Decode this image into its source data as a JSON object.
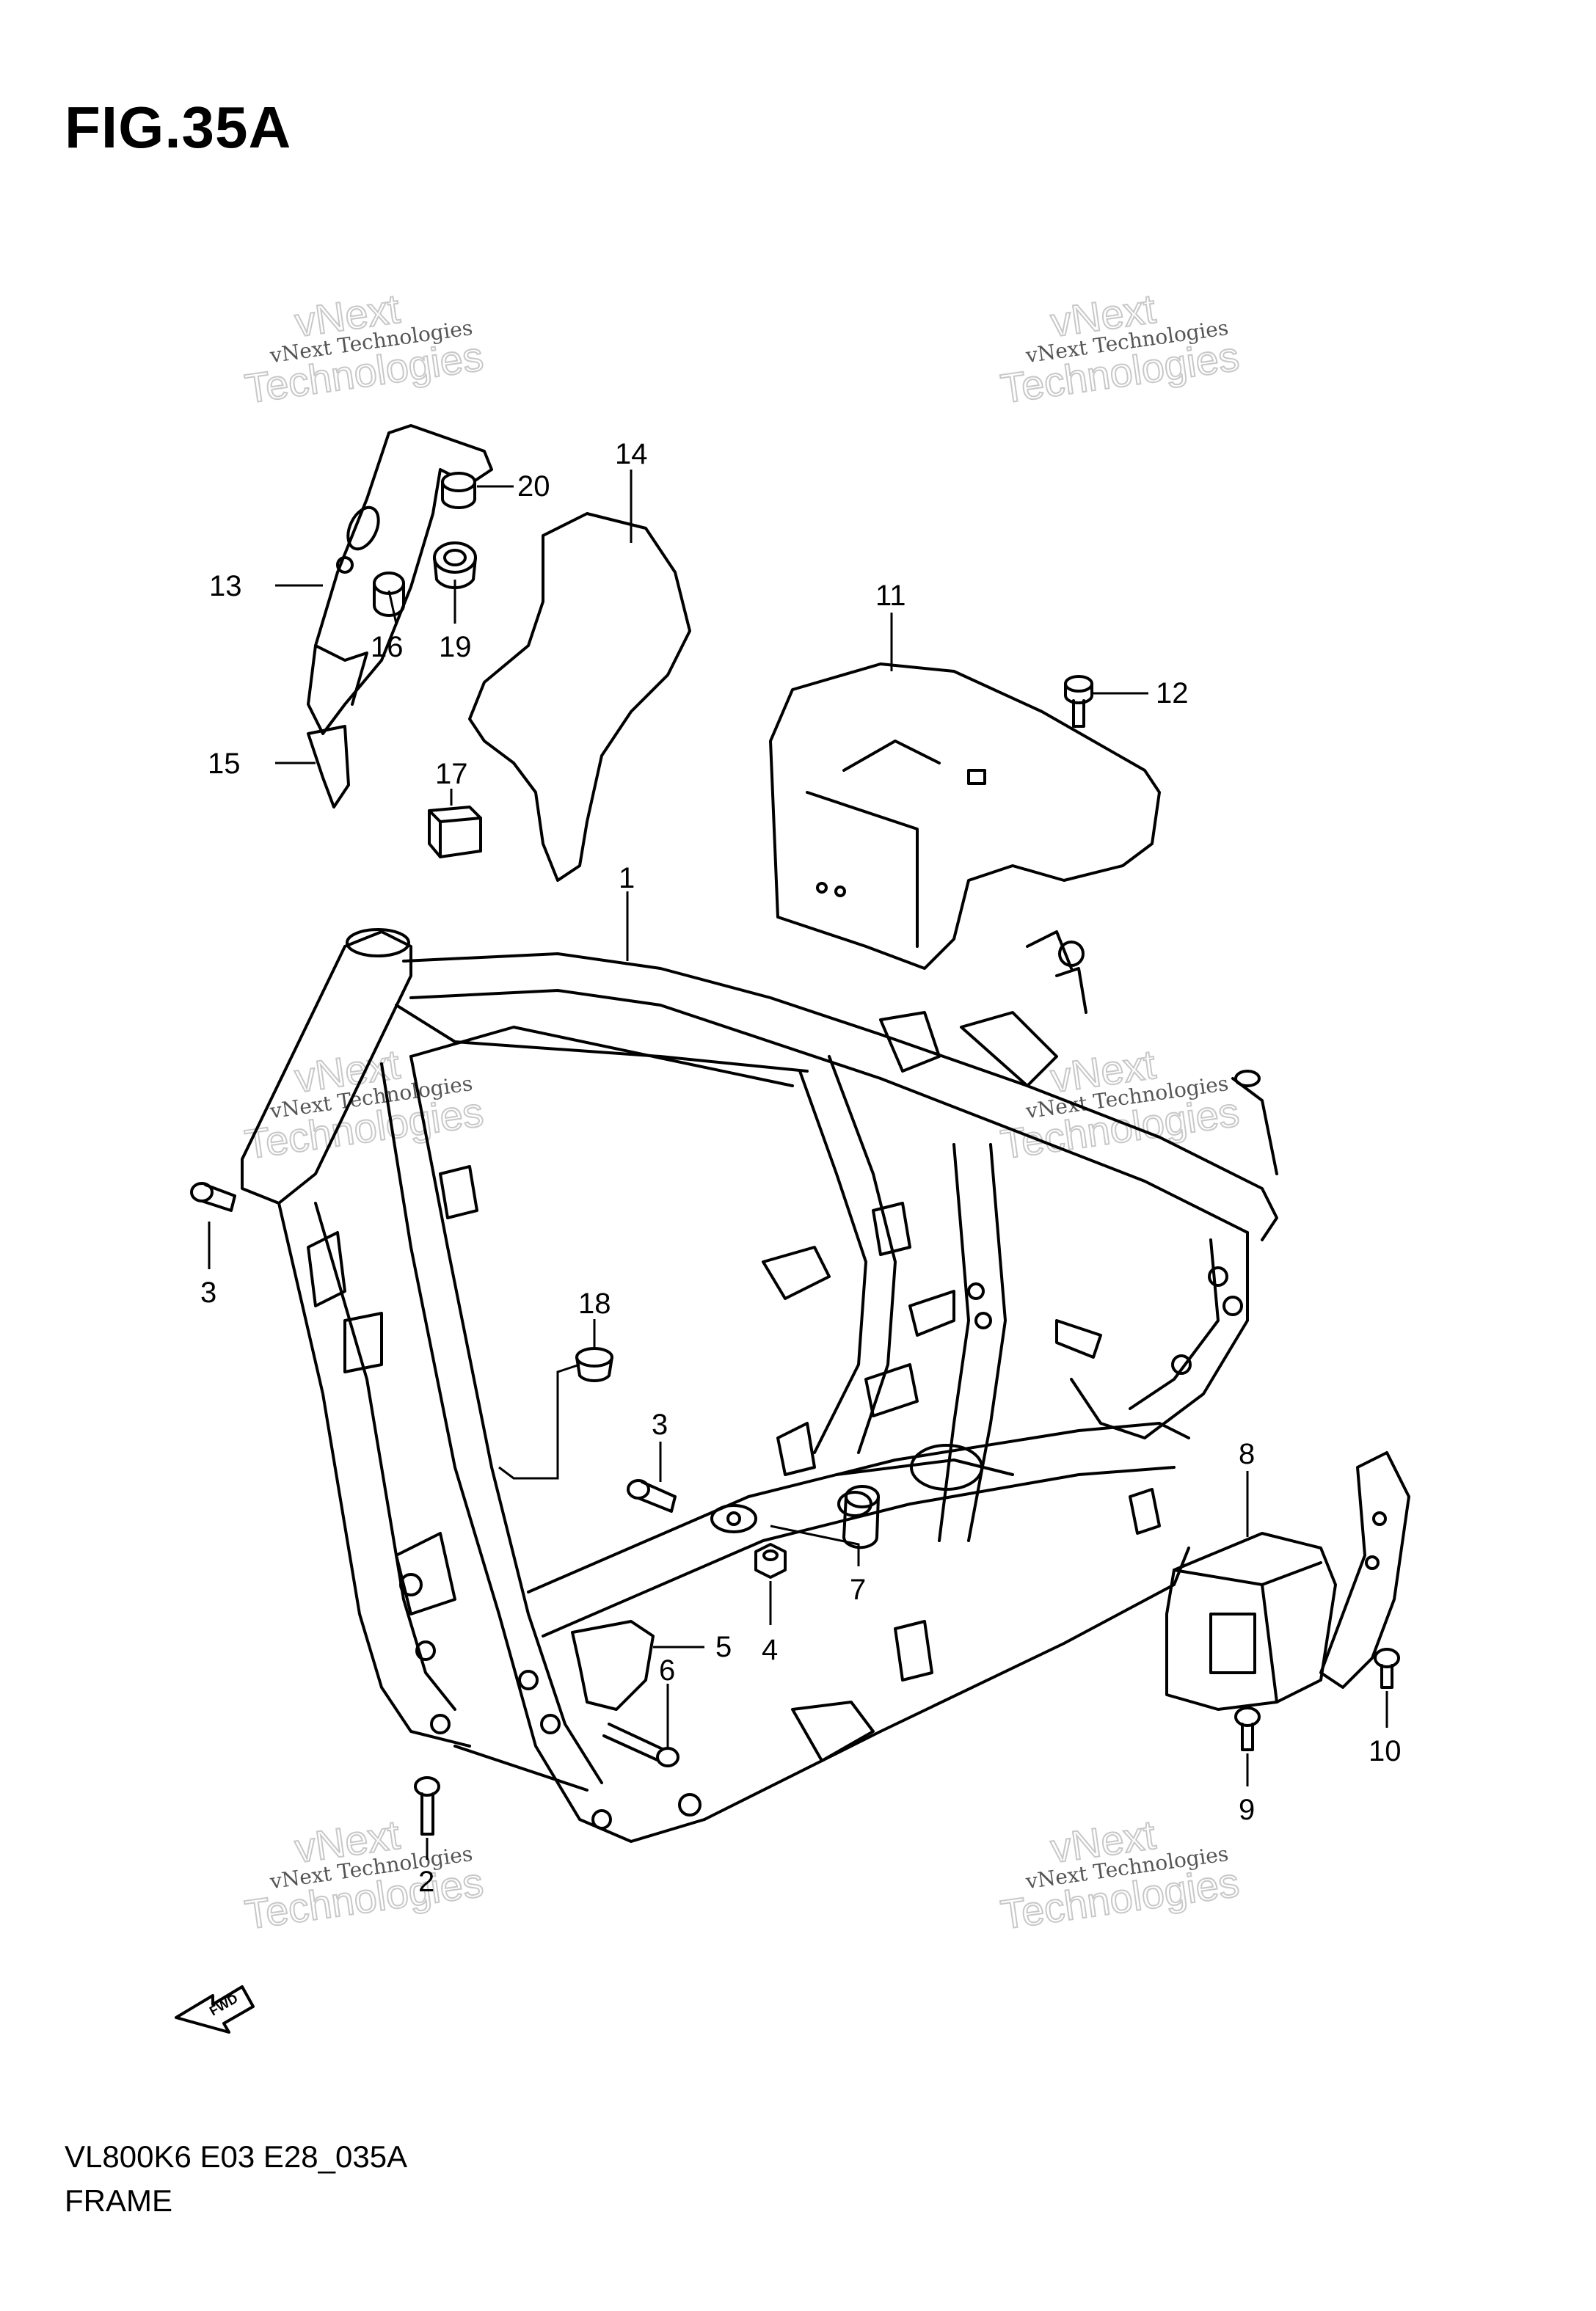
{
  "figure": {
    "title": "FIG.35A",
    "code": "VL800K6 E03 E28_035A",
    "name": "FRAME"
  },
  "callouts": [
    "1",
    "2",
    "3",
    "3",
    "4",
    "5",
    "6",
    "7",
    "8",
    "9",
    "10",
    "11",
    "12",
    "13",
    "14",
    "15",
    "16",
    "17",
    "18",
    "19",
    "20"
  ],
  "watermark": {
    "small": "vNext Technologies",
    "large_top": "vNext",
    "large_bottom": "Technologies"
  },
  "fwd_label": "FWD",
  "colors": {
    "line": "#000000",
    "background": "#ffffff",
    "watermark": "#c8c8c8"
  }
}
